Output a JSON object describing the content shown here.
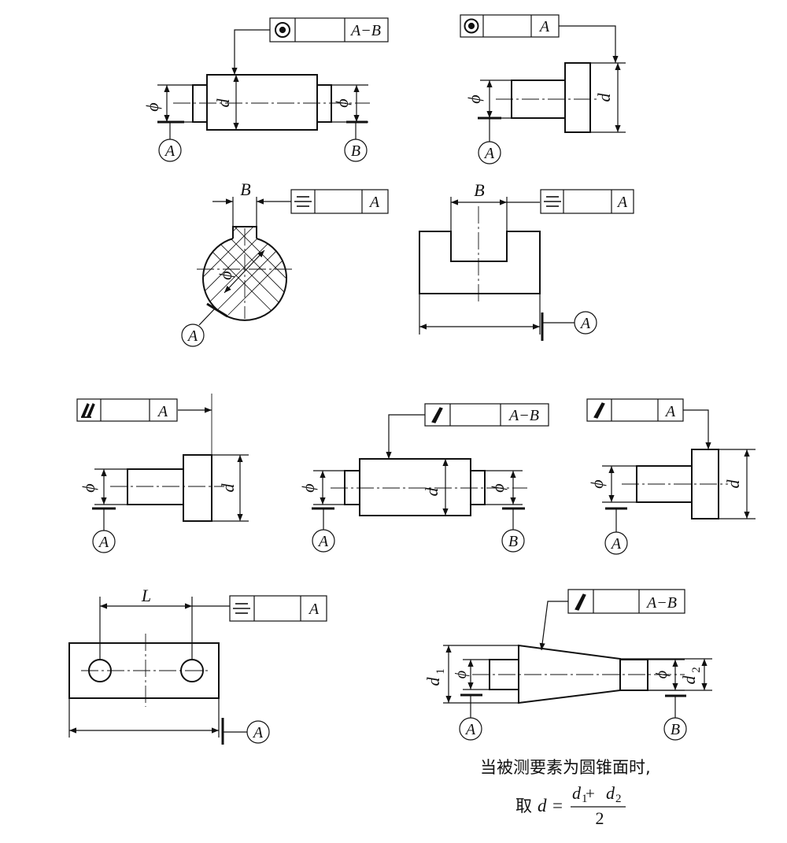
{
  "labels": {
    "d": "d",
    "phi": "ϕ",
    "A": "A",
    "B": "B",
    "L": "L",
    "AB": "A−B",
    "d1": "d",
    "d1_sub": "1",
    "d2": "d",
    "d2_sub": "2"
  },
  "frames": {
    "f1": {
      "symbol": "concentricity-icon",
      "datum": "A−B"
    },
    "f2": {
      "symbol": "concentricity-icon",
      "datum": "A"
    },
    "f3": {
      "symbol": "symmetry-icon",
      "datum": "A"
    },
    "f4": {
      "symbol": "symmetry-icon",
      "datum": "A"
    },
    "f5": {
      "symbol": "total-runout-icon",
      "datum": "A"
    },
    "f6": {
      "symbol": "circular-runout-icon",
      "datum": "A−B"
    },
    "f7": {
      "symbol": "circular-runout-icon",
      "datum": "A"
    },
    "f8": {
      "symbol": "symmetry-icon",
      "datum": "A"
    },
    "f9": {
      "symbol": "circular-runout-icon",
      "datum": "A−B"
    }
  },
  "note": {
    "line1": "当被测要素为圆锥面时,",
    "take": "取",
    "d": "d",
    "eq": "=",
    "num_d1": "d",
    "num_1": "1",
    "plus": " + ",
    "num_d2": "d",
    "num_2": "2",
    "den": "2"
  }
}
